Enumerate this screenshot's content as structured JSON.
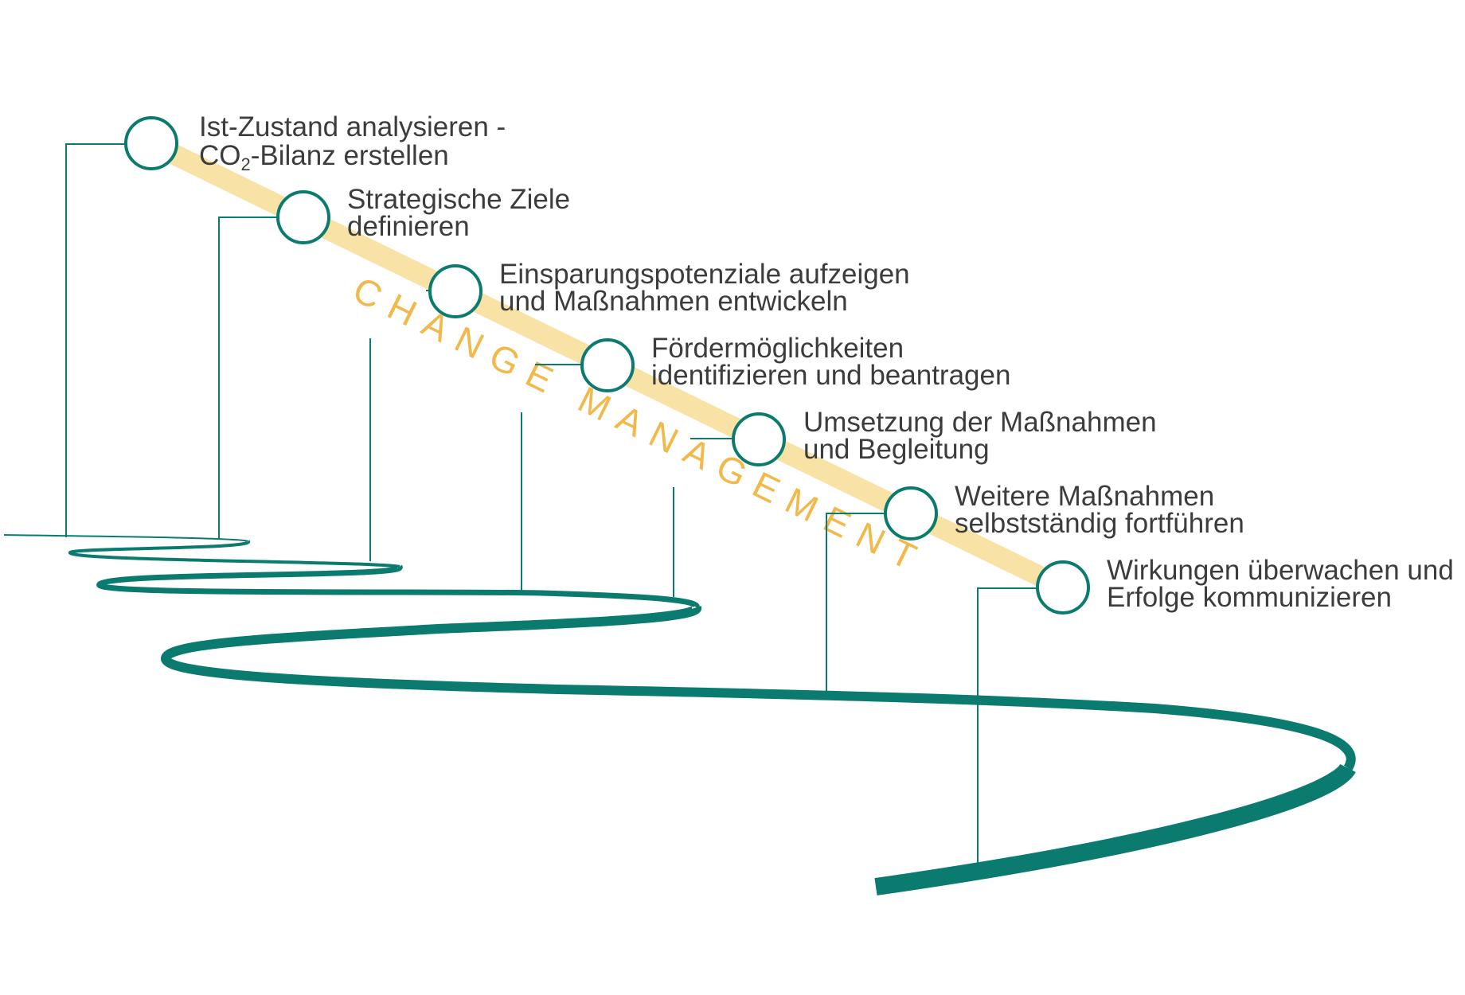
{
  "colors": {
    "teal": "#0b7a6f",
    "band": "#f9e2a5",
    "band_text": "#f2b94a",
    "label_text": "#3c3c3c",
    "background": "#ffffff"
  },
  "band": {
    "label": "CHANGE MANAGEMENT"
  },
  "steps": [
    {
      "line1": "Ist-Zustand analysieren -",
      "line2_prefix": "CO",
      "line2_sub": "2",
      "line2_rest": "-Bilanz erstellen"
    },
    {
      "line1": "Strategische Ziele",
      "line2": "definieren"
    },
    {
      "line1": "Einsparungspotenziale aufzeigen",
      "line2": "und Maßnahmen entwickeln"
    },
    {
      "line1": "Fördermöglichkeiten",
      "line2": "identifizieren und beantragen"
    },
    {
      "line1": "Umsetzung der Maßnahmen",
      "line2": "und Begleitung"
    },
    {
      "line1": "Weitere Maßnahmen",
      "line2": "selbstständig fortführen"
    },
    {
      "line1": "Wirkungen überwachen und",
      "line2": "Erfolge kommunizieren"
    }
  ]
}
